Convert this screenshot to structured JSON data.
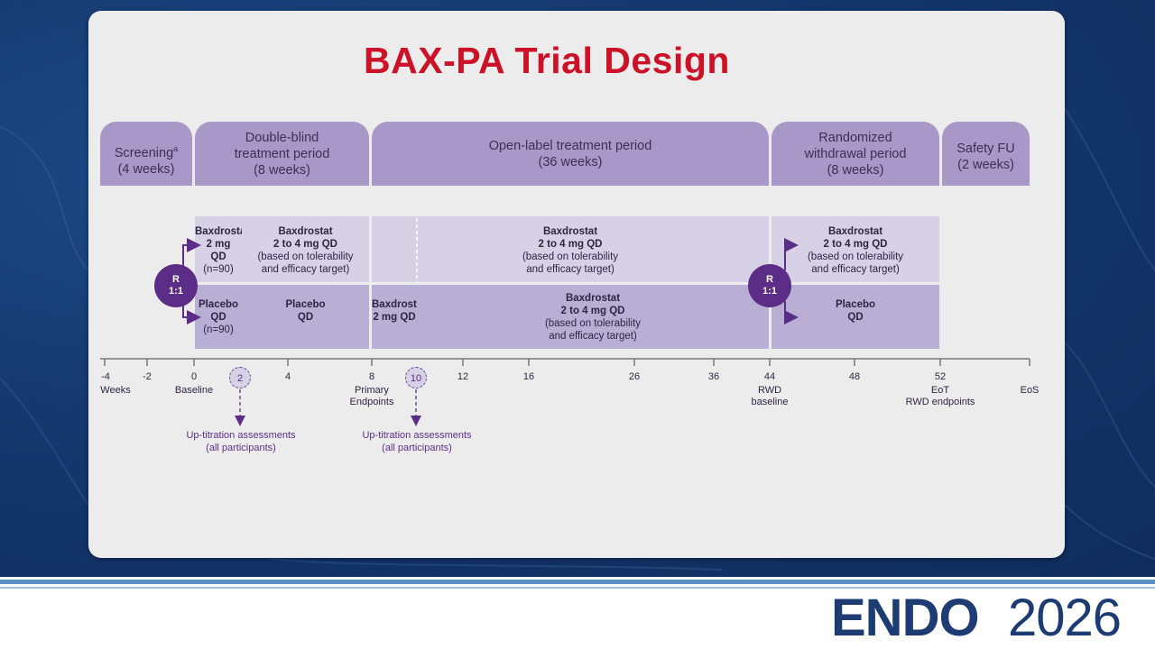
{
  "title": "BAX-PA Trial Design",
  "phases": [
    {
      "label": "Screening",
      "sup": "a",
      "duration": "(4 weeks)"
    },
    {
      "label": "Double-blind\ntreatment period",
      "duration": "(8 weeks)"
    },
    {
      "label": "Open-label treatment period",
      "duration": "(36 weeks)"
    },
    {
      "label": "Randomized\nwithdrawal period",
      "duration": "(8 weeks)"
    },
    {
      "label": "Safety FU",
      "duration": "(2 weeks)"
    }
  ],
  "randomization": {
    "label": "R",
    "ratio": "1:1"
  },
  "arms": {
    "db_top_initial": {
      "drug": "Baxdrostat",
      "dose": "2 mg",
      "freq": "QD",
      "n": "(n=90)"
    },
    "db_top_titrated": {
      "drug": "Baxdrostat",
      "dose": "2 to 4 mg QD",
      "note1": "(based on tolerability",
      "note2": "and efficacy target)"
    },
    "db_bottom_initial": {
      "drug": "Placebo",
      "freq": "QD",
      "n": "(n=90)"
    },
    "db_bottom_main": {
      "drug": "Placebo",
      "freq": "QD"
    },
    "ol_top": {
      "drug": "Baxdrostat",
      "dose": "2 to 4 mg QD",
      "note1": "(based on tolerability",
      "note2": "and efficacy target)"
    },
    "ol_bottom_initial": {
      "drug": "Baxdrostat",
      "dose": "2 mg QD"
    },
    "ol_bottom": {
      "drug": "Baxdrostat",
      "dose": "2 to 4 mg QD",
      "note1": "(based on tolerability",
      "note2": "and efficacy target)"
    },
    "rw_top": {
      "drug": "Baxdrostat",
      "dose": "2 to 4 mg QD",
      "note1": "(based on tolerability",
      "note2": "and efficacy target)"
    },
    "rw_bottom": {
      "drug": "Placebo",
      "freq": "QD"
    }
  },
  "timeline": {
    "ticks": [
      "-4",
      "-2",
      "0",
      "2",
      "4",
      "8",
      "10",
      "12",
      "16",
      "26",
      "36",
      "44",
      "48",
      "52"
    ],
    "labels": {
      "weeks": "Weeks",
      "baseline": "Baseline",
      "primary": "Primary\nEndpoints",
      "rwd": "RWD\nbaseline",
      "eot": "EoT\nRWD endpoints",
      "eos": "EoS"
    },
    "assessments": [
      {
        "week": "2",
        "text1": "Up-titration assessments",
        "text2": "(all participants)"
      },
      {
        "week": "10",
        "text1": "Up-titration assessments",
        "text2": "(all participants)"
      }
    ]
  },
  "logo": {
    "brand": "ENDO",
    "year": "2026"
  },
  "colors": {
    "title": "#cc1228",
    "phase": "#a898c8",
    "arm_light": "#d7d1e6",
    "arm_mid": "#b9aed4",
    "circle": "#5b2d87",
    "logo": "#1c3c73"
  }
}
